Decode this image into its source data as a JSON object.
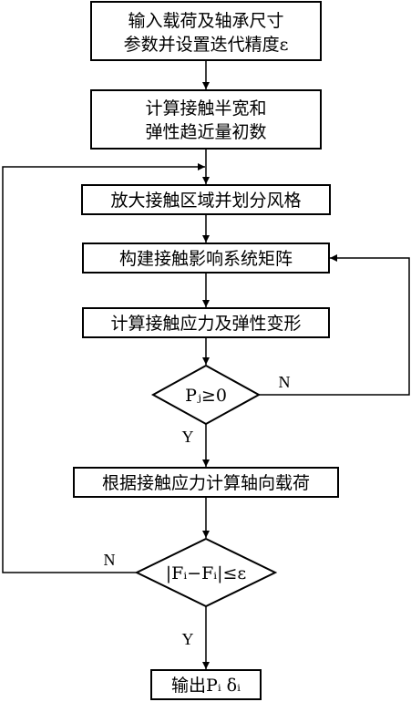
{
  "colors": {
    "stroke": "#000000",
    "background": "#ffffff"
  },
  "steps": {
    "input_line1": "输入载荷及轴承尺寸",
    "input_line2": "参数并设置迭代精度ε",
    "initial_line1": "计算接触半宽和",
    "initial_line2": "弹性趋近量初数",
    "mesh": "放大接触区域并划分风格",
    "matrix": "构建接触影响系统矩阵",
    "stress": "计算接触应力及弹性变形",
    "axial": "根据接触应力计算轴向载荷",
    "output": "输出Pᵢ δᵢ"
  },
  "decisions": {
    "pressure": "Pⱼ≥0",
    "convergence": "|Fᵢ−Fᵢ|≤ε"
  },
  "labels": {
    "pressure_no": "N",
    "pressure_yes": "Y",
    "convergence_no": "N",
    "convergence_yes": "Y"
  }
}
